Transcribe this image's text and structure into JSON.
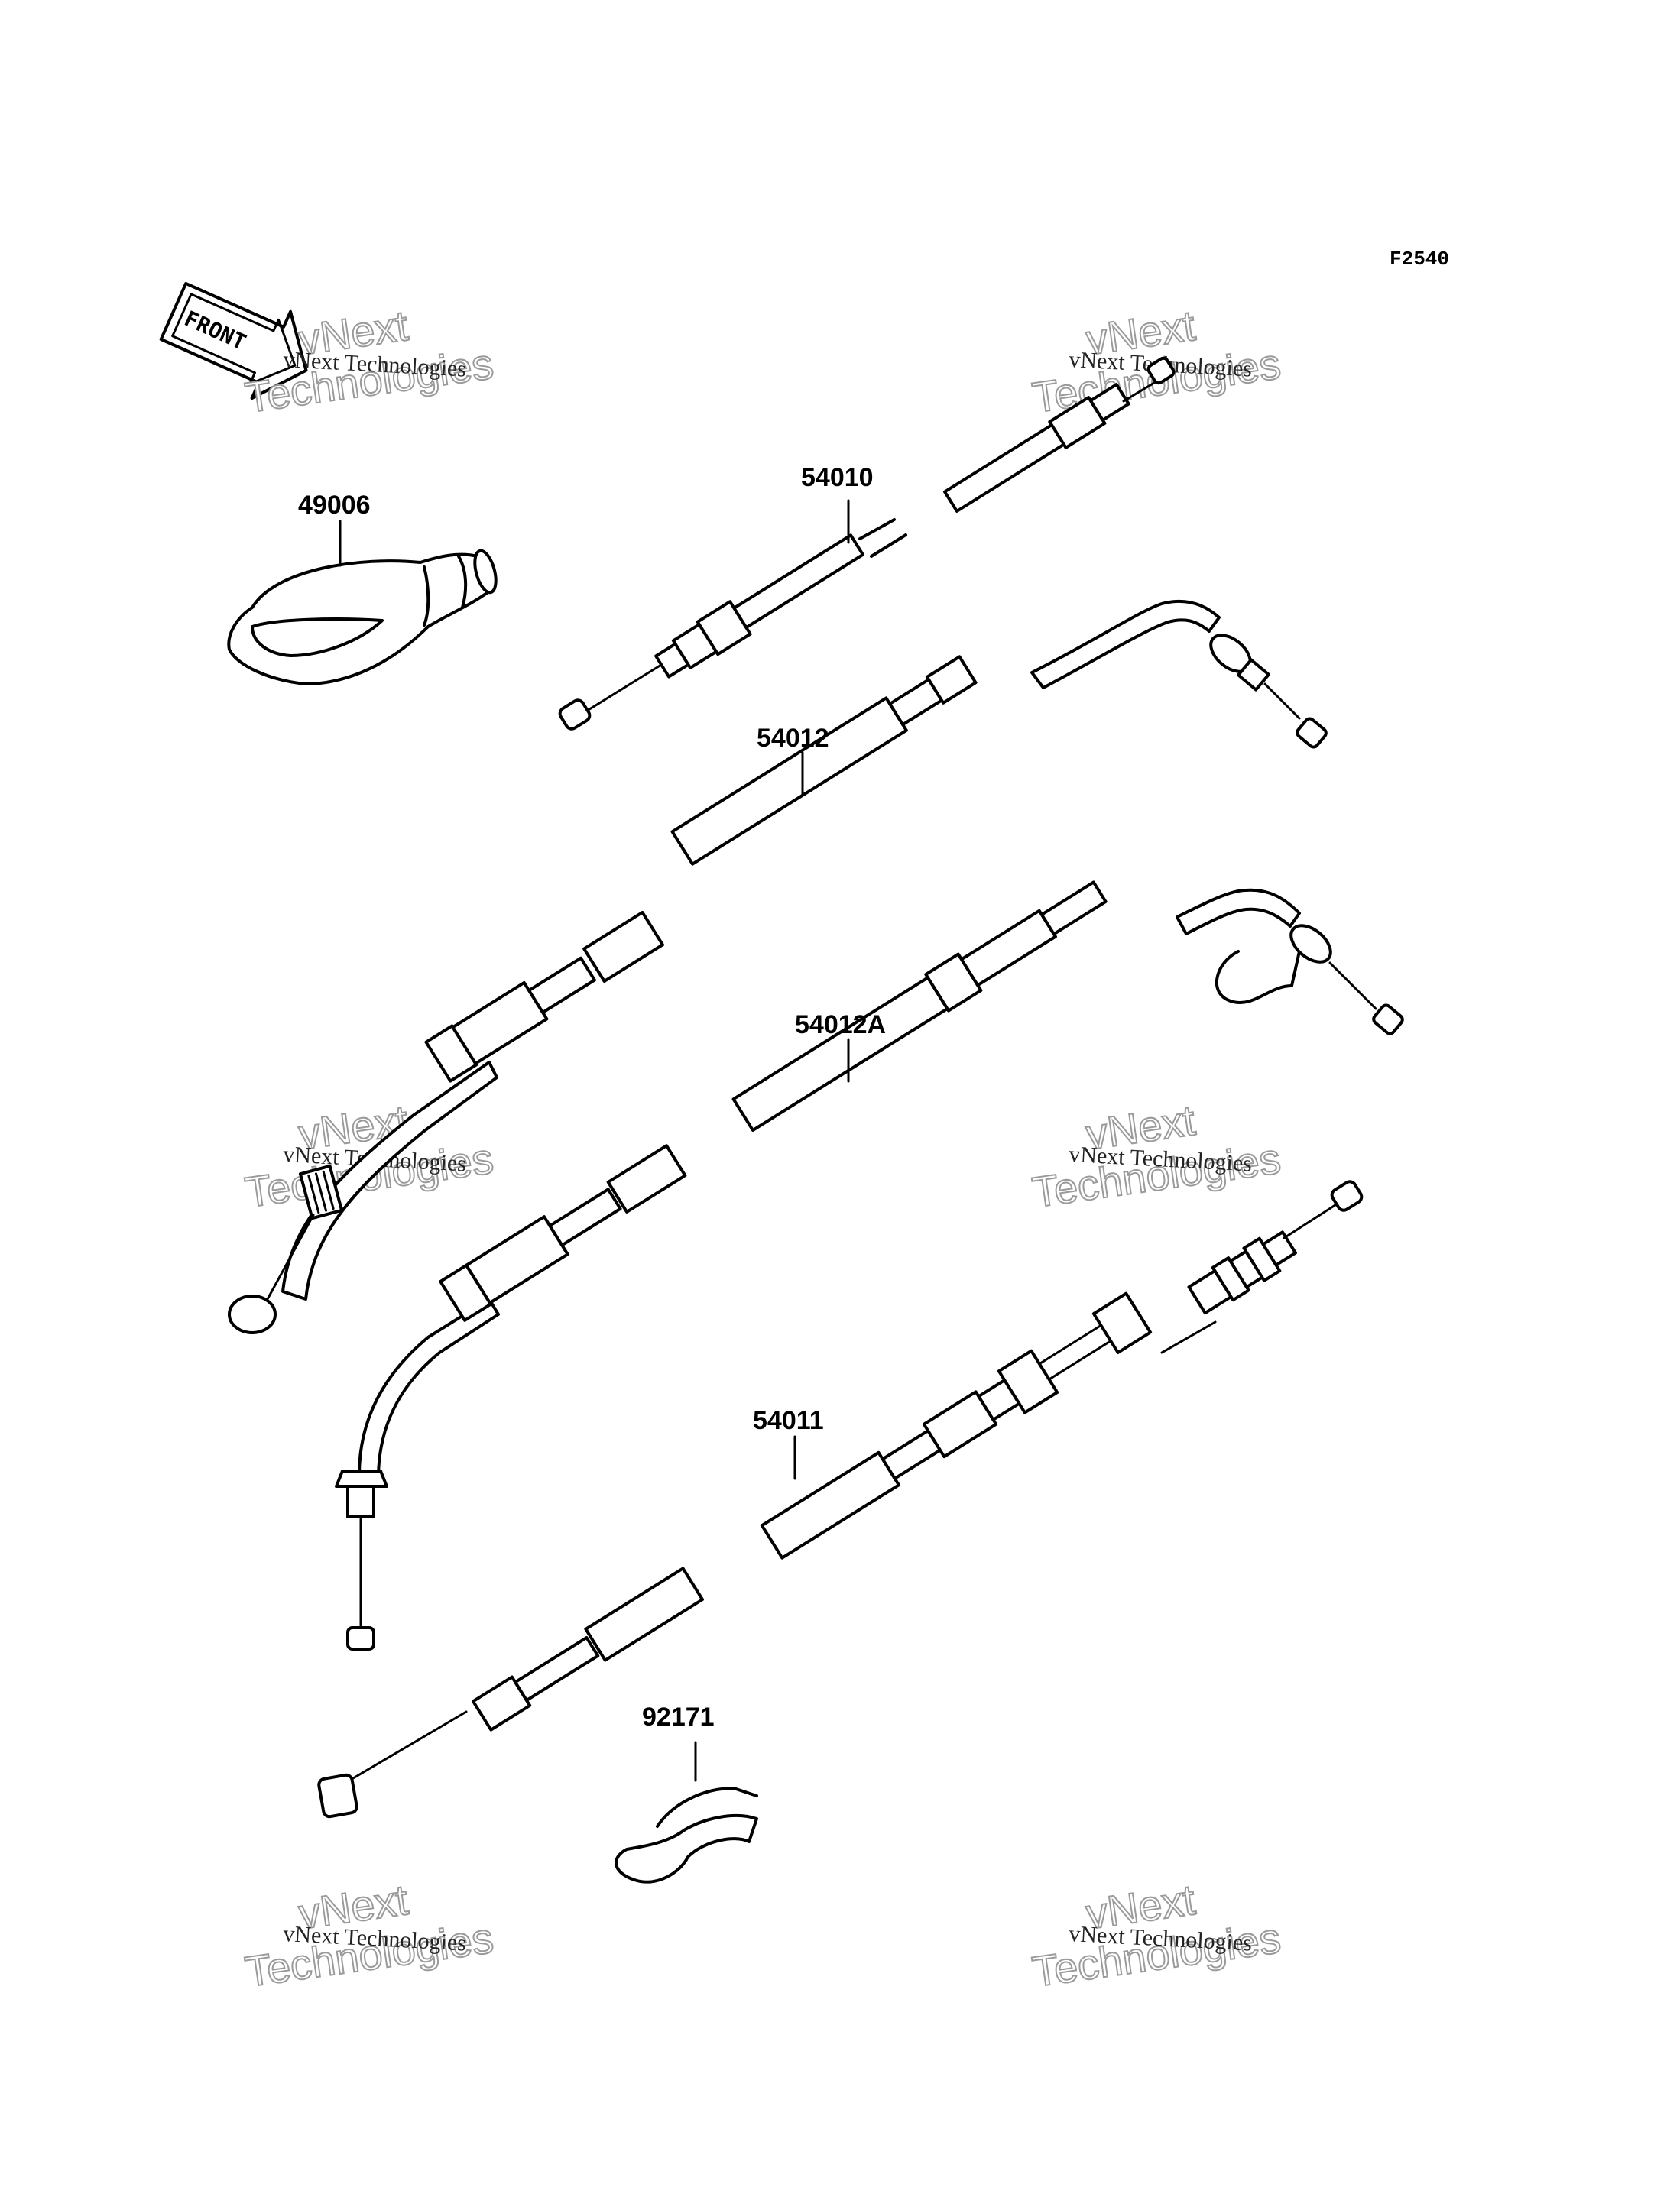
{
  "figure_id": "F2540",
  "front_label": "FRONT",
  "callouts": [
    {
      "id": "c-49006",
      "text": "49006"
    },
    {
      "id": "c-54010",
      "text": "54010"
    },
    {
      "id": "c-54012",
      "text": "54012"
    },
    {
      "id": "c-54012a",
      "text": "54012A"
    },
    {
      "id": "c-54011",
      "text": "54011"
    },
    {
      "id": "c-92171",
      "text": "92171"
    }
  ],
  "watermark": {
    "small": "vNext Technologies",
    "big_line1": "vNext",
    "big_line2": "Technologies"
  },
  "colors": {
    "ink": "#000000",
    "watermark": "#9a9a9a"
  }
}
